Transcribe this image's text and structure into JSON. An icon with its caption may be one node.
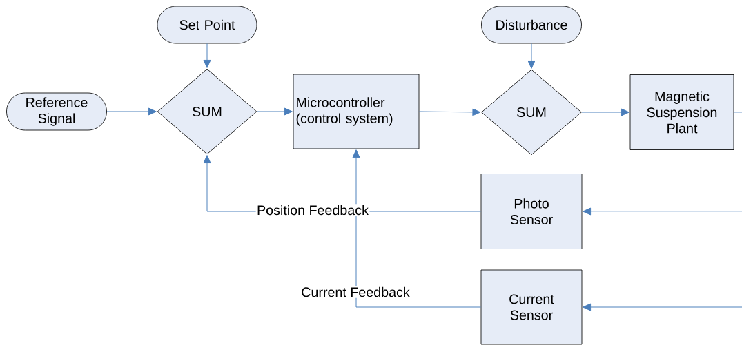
{
  "diagram": {
    "nodes": [
      {
        "text": [
          "Set Point"
        ]
      },
      {
        "text": [
          "Reference Signal"
        ]
      },
      {
        "text": [
          "SUM"
        ]
      },
      {
        "text": [
          "Microcontroller (control system)"
        ]
      },
      {
        "text": [
          "Disturbance"
        ]
      },
      {
        "text": [
          "SUM"
        ]
      },
      {
        "text": [
          "Magnetic Suspension Plant"
        ]
      },
      {
        "text": [
          "Photo Sensor"
        ]
      },
      {
        "text": [
          "Current Sensor"
        ]
      }
    ],
    "edges": [
      {
        "from": 0,
        "to": 2,
        "arrow": "to"
      },
      {
        "from": 1,
        "to": 2,
        "arrow": "to"
      },
      {
        "from": 2,
        "to": 3,
        "arrow": "to"
      },
      {
        "from": 4,
        "to": 5,
        "arrow": "to"
      },
      {
        "from": 3,
        "to": 5,
        "arrow": "to"
      },
      {
        "from": 5,
        "to": 6,
        "arrow": "to"
      },
      {
        "from": 6,
        "to": null,
        "arrow": "none"
      },
      {
        "from": null,
        "to": 7,
        "arrow": "to"
      },
      {
        "from": null,
        "to": 8,
        "arrow": "to"
      },
      {
        "from": 7,
        "to": 2,
        "arrow": "to",
        "label": "Position Feedback"
      },
      {
        "from": 8,
        "to": 3,
        "arrow": "to",
        "label": "Current Feedback"
      }
    ]
  }
}
